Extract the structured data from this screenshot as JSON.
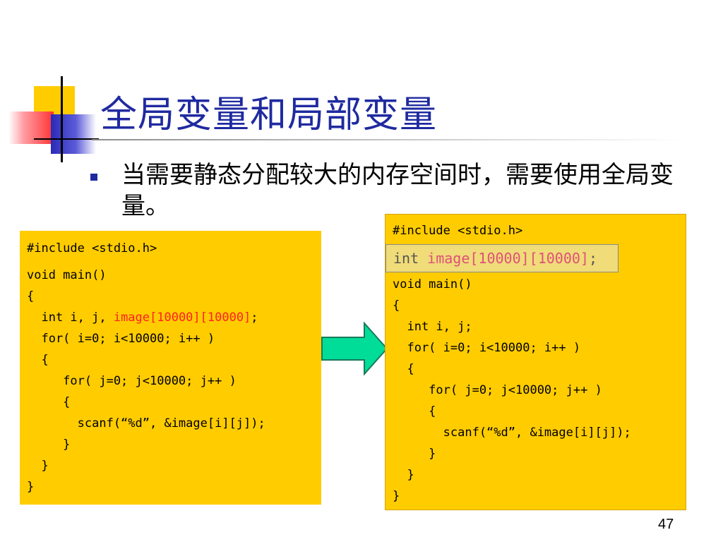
{
  "slide": {
    "title": "全局变量和局部变量",
    "bullet": "当需要静态分配较大的内存空间时，需要使用全局变量。",
    "page_number": "47"
  },
  "left_code": {
    "include": "#include <stdio.h>",
    "main": "void main()",
    "open1": "{",
    "decl_prefix": "  int i, j, ",
    "decl_array": "image[10000][10000]",
    "decl_suffix": ";",
    "for_i": "  for( i=0; i<10000; i++ )",
    "open2": "  {",
    "for_j": "     for( j=0; j<10000; j++ )",
    "open3": "     {",
    "scanf": "       scanf(“%d”, &image[i][j]);",
    "close3": "     }",
    "close2": "  }",
    "close1": "}"
  },
  "right_code": {
    "include": "#include <stdio.h>",
    "global_type": "int ",
    "global_array": "image[10000][10000]",
    "global_suffix": ";",
    "main": "void main()",
    "open1": "{",
    "decl": "  int i, j;",
    "for_i": "  for( i=0; i<10000; i++ )",
    "open2": "  {",
    "for_j": "     for( j=0; j<10000; j++ )",
    "open3": "     {",
    "scanf": "       scanf(“%d”, &image[i][j]);",
    "close3": "     }",
    "close2": "  }",
    "close1": "}"
  },
  "colors": {
    "title": "#1f2aa0",
    "code_bg": "#ffcc00",
    "array_highlight_left": "#ff2020",
    "array_highlight_right": "#e0507a",
    "arrow_fill": "#00dd99"
  },
  "icons": {
    "arrow": "right-arrow-icon",
    "bullet": "square-bullet-icon"
  }
}
